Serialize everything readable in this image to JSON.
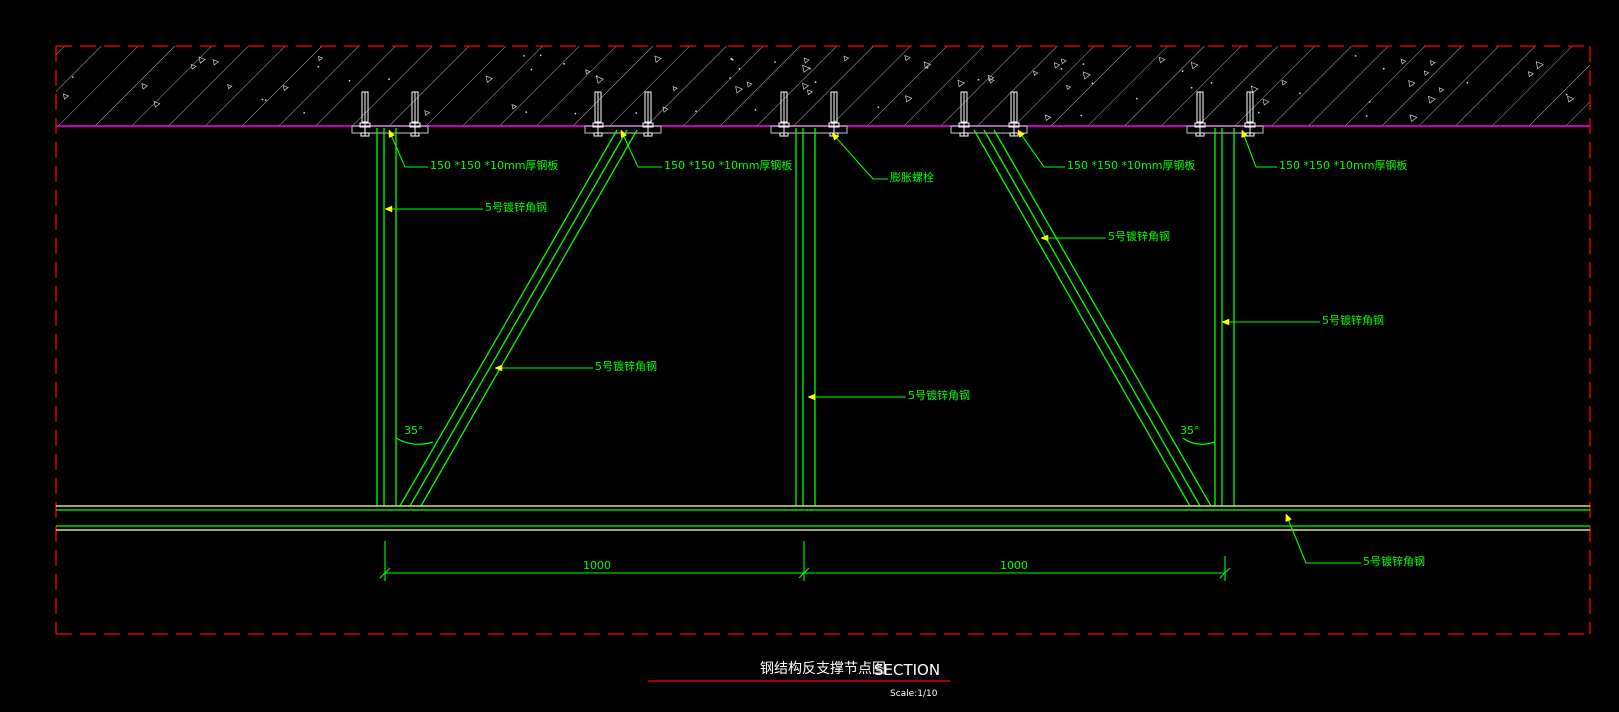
{
  "title": {
    "cn": "钢结构反支撑节点图",
    "en": "SECTION",
    "scale": "Scale:1/10"
  },
  "labels": {
    "plate_1": "150 *150 *10mm厚钢板",
    "plate_2": "150 *150 *10mm厚钢板",
    "plate_3": "150 *150 *10mm厚钢板",
    "plate_4": "150 *150 *10mm厚钢板",
    "expansion_bolt": "膨胀螺栓",
    "angle_post_1": "5号镀锌角钢",
    "angle_brace_1": "5号镀锌角钢",
    "angle_post_2": "5号镀锌角钢",
    "angle_brace_2": "5号镀锌角钢",
    "angle_post_3": "5号镀锌角钢",
    "angle_beam": "5号镀锌角钢"
  },
  "dimensions": {
    "left_span": "1000",
    "right_span": "1000"
  },
  "angles": {
    "left": "35°",
    "right": "35°"
  },
  "colors": {
    "background": "#000000",
    "steel": "#00ff00",
    "ceiling_line": "#ff00ff",
    "boundary": "#ff0000",
    "leader_arrow": "#ffff00",
    "concrete_hatch": "#ffffff"
  }
}
